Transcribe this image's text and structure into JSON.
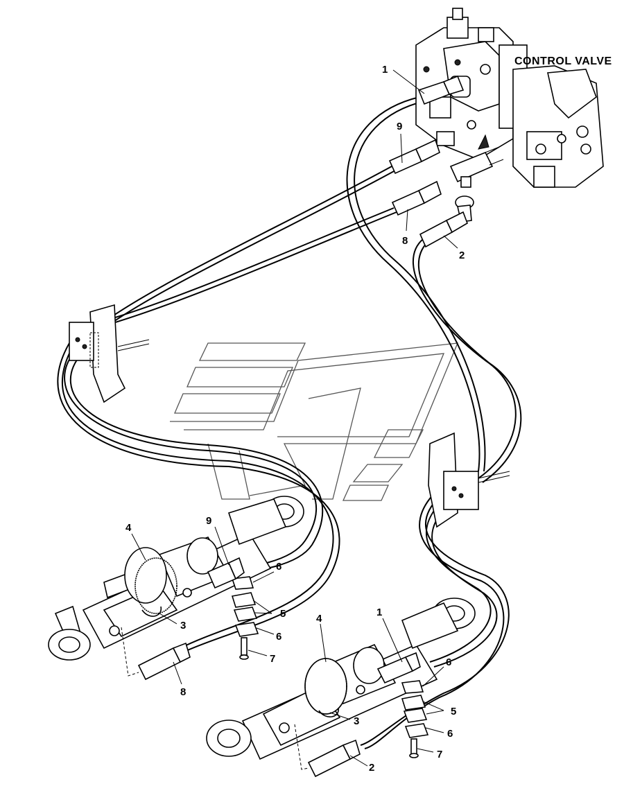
{
  "diagram": {
    "title": "CONTROL VALVE",
    "callouts": [
      {
        "id": "callout-1-top",
        "text": "1"
      },
      {
        "id": "callout-9-top",
        "text": "9"
      },
      {
        "id": "callout-8-top",
        "text": "8"
      },
      {
        "id": "callout-2-top",
        "text": "2"
      },
      {
        "id": "callout-9-left",
        "text": "9"
      },
      {
        "id": "callout-4-left",
        "text": "4"
      },
      {
        "id": "callout-6-left-a",
        "text": "6"
      },
      {
        "id": "callout-5-left",
        "text": "5"
      },
      {
        "id": "callout-3-left",
        "text": "3"
      },
      {
        "id": "callout-6-left-b",
        "text": "6"
      },
      {
        "id": "callout-7-left",
        "text": "7"
      },
      {
        "id": "callout-8-left",
        "text": "8"
      },
      {
        "id": "callout-4-right",
        "text": "4"
      },
      {
        "id": "callout-1-right",
        "text": "1"
      },
      {
        "id": "callout-6-right-a",
        "text": "6"
      },
      {
        "id": "callout-5-right",
        "text": "5"
      },
      {
        "id": "callout-3-right",
        "text": "3"
      },
      {
        "id": "callout-6-right-b",
        "text": "6"
      },
      {
        "id": "callout-7-right",
        "text": "7"
      },
      {
        "id": "callout-2-right",
        "text": "2"
      }
    ]
  }
}
